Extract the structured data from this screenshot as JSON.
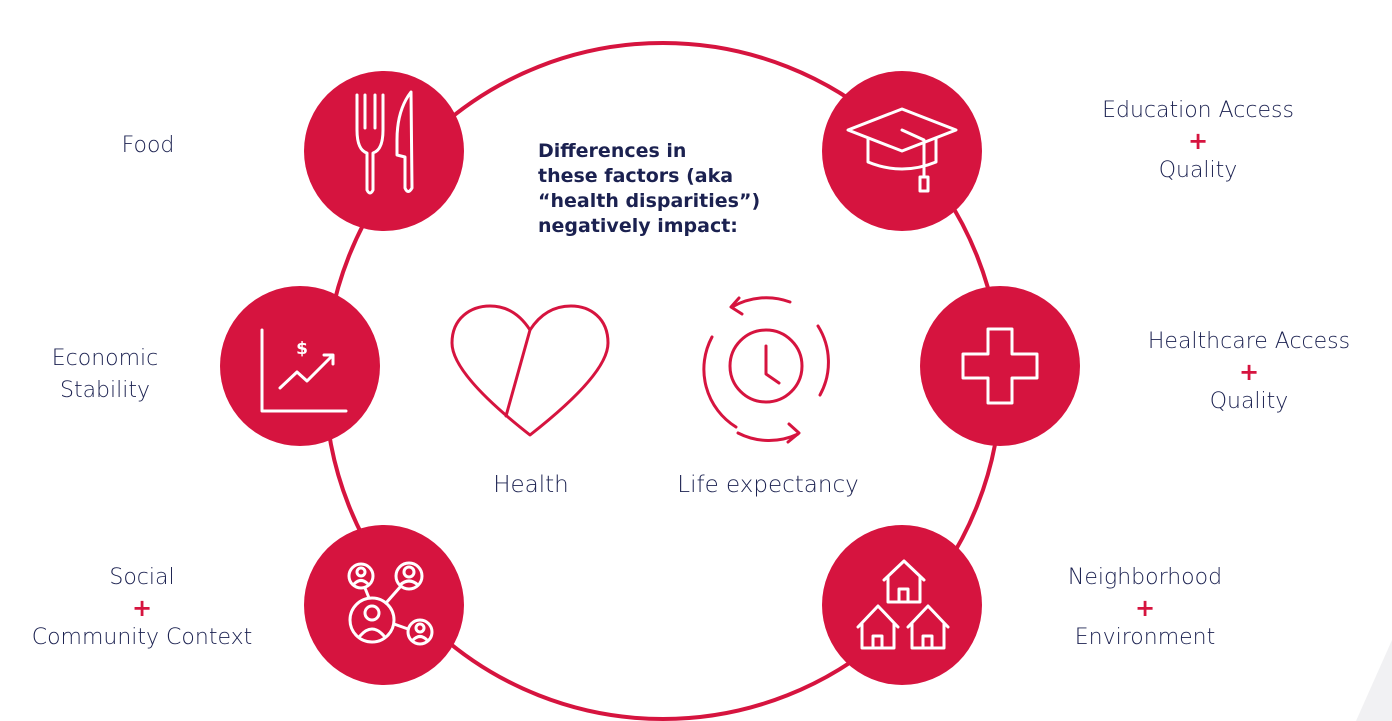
{
  "colors": {
    "accent": "#d6143f",
    "text": "#1b2150",
    "icon_fg": "#ffffff",
    "background": "#ffffff",
    "corner_shape": "#f1f1f3"
  },
  "headline": {
    "lines": [
      "Differences in",
      "these factors (aka",
      "“health disparities”)",
      "negatively impact:"
    ]
  },
  "outcomes": [
    {
      "label": "Health",
      "icon": "heart-icon"
    },
    {
      "label": "Life expectancy",
      "icon": "clock-cycle-icon"
    }
  ],
  "factors": [
    {
      "id": "food",
      "icon": "fork-knife-icon",
      "lines": [
        "Food"
      ],
      "plus": ""
    },
    {
      "id": "economic",
      "icon": "growth-chart-icon",
      "lines": [
        "Economic",
        "Stability"
      ],
      "plus": ""
    },
    {
      "id": "social",
      "icon": "people-network-icon",
      "lines": [
        "Social",
        "Community Context"
      ],
      "plus": "+"
    },
    {
      "id": "education",
      "icon": "graduation-cap-icon",
      "lines": [
        "Education Access",
        "Quality"
      ],
      "plus": "+"
    },
    {
      "id": "healthcare",
      "icon": "medical-cross-icon",
      "lines": [
        "Healthcare Access",
        "Quality"
      ],
      "plus": "+"
    },
    {
      "id": "neighborhood",
      "icon": "houses-icon",
      "lines": [
        "Neighborhood",
        "Environment"
      ],
      "plus": "+"
    }
  ]
}
